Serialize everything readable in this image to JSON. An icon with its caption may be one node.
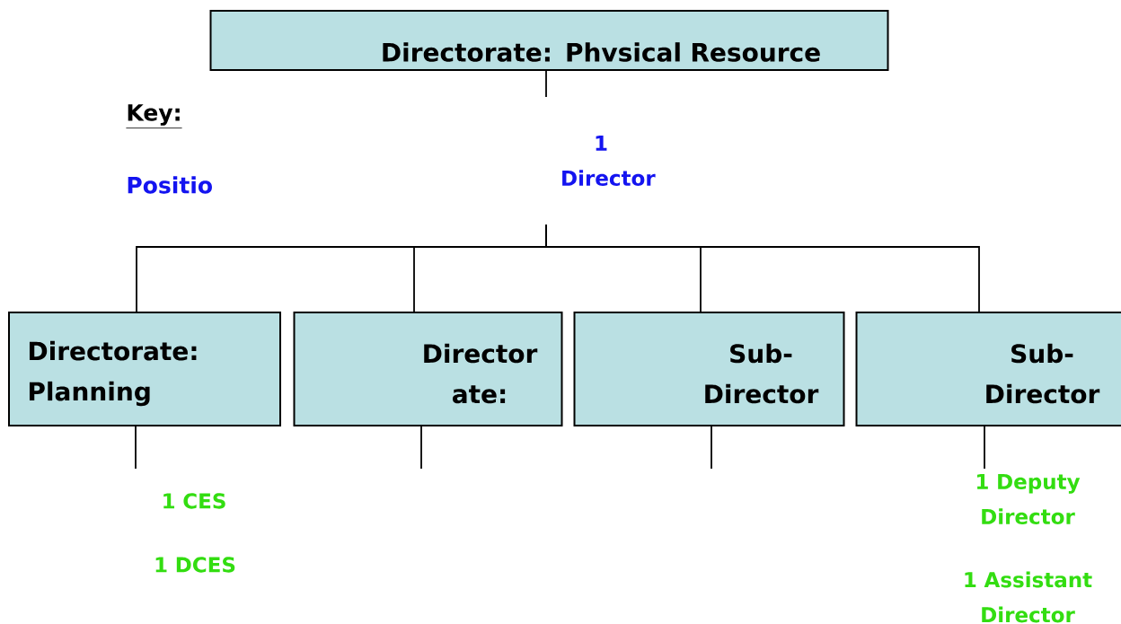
{
  "diagram": {
    "nodes": [
      {
        "text": [
          "Directorate:  Phvsical Resource"
        ]
      },
      {
        "text": [
          "1 Director"
        ]
      },
      {
        "text": [
          "Directorate: Planning"
        ]
      },
      {
        "text": [
          "Director ate:"
        ]
      },
      {
        "text": [
          "Sub- Director"
        ]
      },
      {
        "text": [
          "Sub- Director"
        ]
      },
      {
        "text": [
          "1 CES"
        ]
      },
      {
        "text": [
          "1 Deputy Director"
        ]
      }
    ],
    "edges": [
      {
        "from": 0,
        "to": null,
        "arrow": "none"
      },
      {
        "from": 1,
        "to": 2,
        "arrow": "none"
      },
      {
        "from": 1,
        "to": 3,
        "arrow": "none"
      },
      {
        "from": 1,
        "to": 4,
        "arrow": "none"
      },
      {
        "from": 1,
        "to": 5,
        "arrow": "none"
      },
      {
        "from": 2,
        "to": 6,
        "arrow": "none"
      },
      {
        "from": 3,
        "to": null,
        "arrow": "none"
      },
      {
        "from": 4,
        "to": null,
        "arrow": "none"
      },
      {
        "from": 5,
        "to": 7,
        "arrow": "none"
      }
    ],
    "labels": [
      "Key:",
      "Positio",
      "1 DCES",
      "1 Assistant Director"
    ]
  }
}
